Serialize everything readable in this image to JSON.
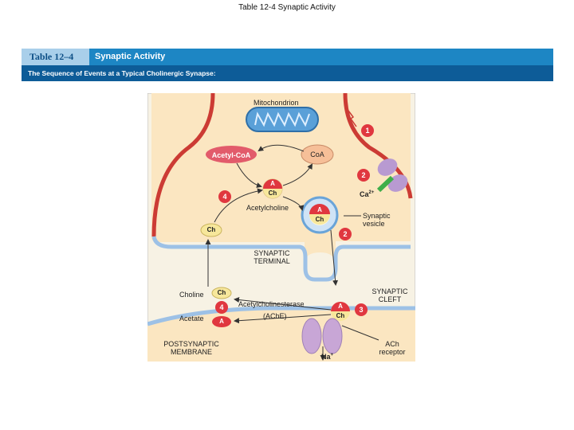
{
  "page_title": "Table 12-4 Synaptic Activity",
  "banner": {
    "table_number": "Table 12–4",
    "table_title": "Synaptic Activity",
    "subtitle": "The Sequence of Events at a Typical Cholinergic Synapse:"
  },
  "diagram": {
    "labels": {
      "mitochondrion": "Mitochondrion",
      "acetyl_coa": "Acetyl-CoA",
      "coa": "CoA",
      "acetylcholine": "Acetylcholine",
      "synaptic_vesicle": "Synaptic\nvesicle",
      "ca2": "Ca",
      "ca2_sup": "2+",
      "synaptic_terminal": "SYNAPTIC\nTERMINAL",
      "synaptic_cleft": "SYNAPTIC\nCLEFT",
      "choline": "Choline",
      "acetate": "Acetate",
      "acetylcholinesterase": "Acetylcholinesterase",
      "ache": "(AChE)",
      "postsynaptic_membrane": "POSTSYNAPTIC\nMEMBRANE",
      "ach_receptor": "ACh\nreceptor",
      "na": "Na",
      "na_sup": "+",
      "a_letter": "A",
      "ch_letter": "Ch"
    },
    "steps": [
      "1",
      "2",
      "2",
      "3",
      "4",
      "4"
    ]
  },
  "colors": {
    "banner": "#1d86c4",
    "subtitle": "#0d5c98",
    "cytoplasm": "#fbe6c1",
    "membrane_red": "#cc3b34",
    "membrane_blue": "#9dc1e6",
    "step_badge": "#e0373f",
    "choline_yellow": "#f7e79b",
    "receptor_purple": "#c8a6d6"
  }
}
